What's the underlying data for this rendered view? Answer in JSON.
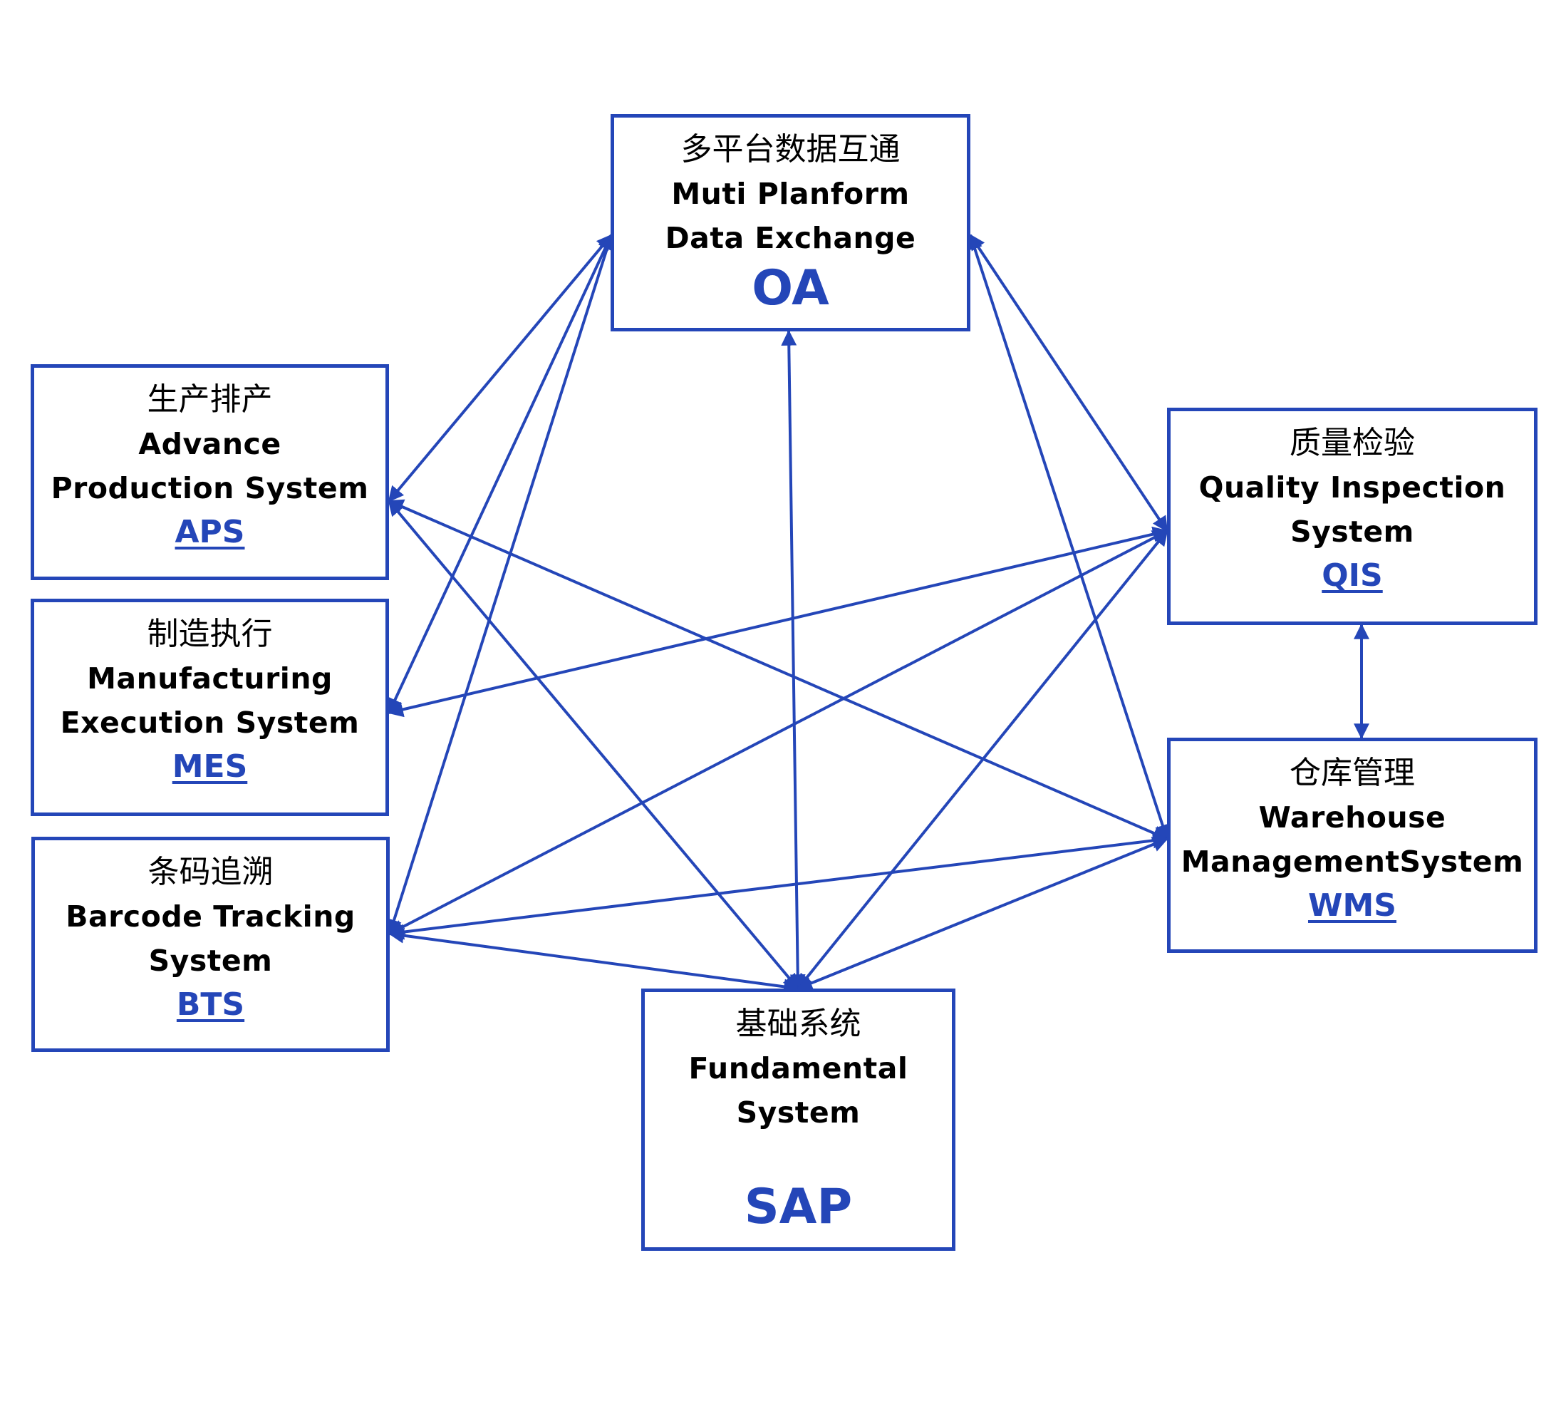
{
  "colors": {
    "accent": "#2446B8",
    "text": "#000000",
    "background": "#FFFFFF"
  },
  "nodes": {
    "oa": {
      "cn": "多平台数据互通",
      "en": [
        "Muti Planform",
        "Data Exchange"
      ],
      "abbr": "OA"
    },
    "aps": {
      "cn": "生产排产",
      "en": [
        "Advance",
        "Production System"
      ],
      "abbr": "APS"
    },
    "mes": {
      "cn": "制造执行",
      "en": [
        "Manufacturing",
        "Execution System"
      ],
      "abbr": "MES"
    },
    "bts": {
      "cn": "条码追溯",
      "en": [
        "Barcode Tracking",
        "System"
      ],
      "abbr": "BTS"
    },
    "qis": {
      "cn": "质量检验",
      "en": [
        "Quality Inspection",
        "System"
      ],
      "abbr": "QIS"
    },
    "wms": {
      "cn": "仓库管理",
      "en": [
        "Warehouse",
        "ManagementSystem"
      ],
      "abbr": "WMS"
    },
    "sap": {
      "cn": "基础系统",
      "en": [
        "Fundamental",
        "System"
      ],
      "abbr": "SAP"
    }
  },
  "edges": [
    {
      "from": "oa",
      "to": "aps",
      "direction": "both"
    },
    {
      "from": "oa",
      "to": "mes",
      "direction": "both"
    },
    {
      "from": "oa",
      "to": "bts",
      "direction": "both"
    },
    {
      "from": "oa",
      "to": "qis",
      "direction": "both"
    },
    {
      "from": "oa",
      "to": "wms",
      "direction": "both"
    },
    {
      "from": "oa",
      "to": "sap",
      "direction": "both"
    },
    {
      "from": "aps",
      "to": "wms",
      "direction": "both"
    },
    {
      "from": "aps",
      "to": "sap",
      "direction": "both"
    },
    {
      "from": "mes",
      "to": "qis",
      "direction": "both"
    },
    {
      "from": "bts",
      "to": "qis",
      "direction": "both"
    },
    {
      "from": "bts",
      "to": "wms",
      "direction": "both"
    },
    {
      "from": "bts",
      "to": "sap",
      "direction": "both"
    },
    {
      "from": "qis",
      "to": "sap",
      "direction": "both"
    },
    {
      "from": "qis",
      "to": "wms",
      "direction": "both"
    },
    {
      "from": "wms",
      "to": "sap",
      "direction": "both"
    }
  ]
}
